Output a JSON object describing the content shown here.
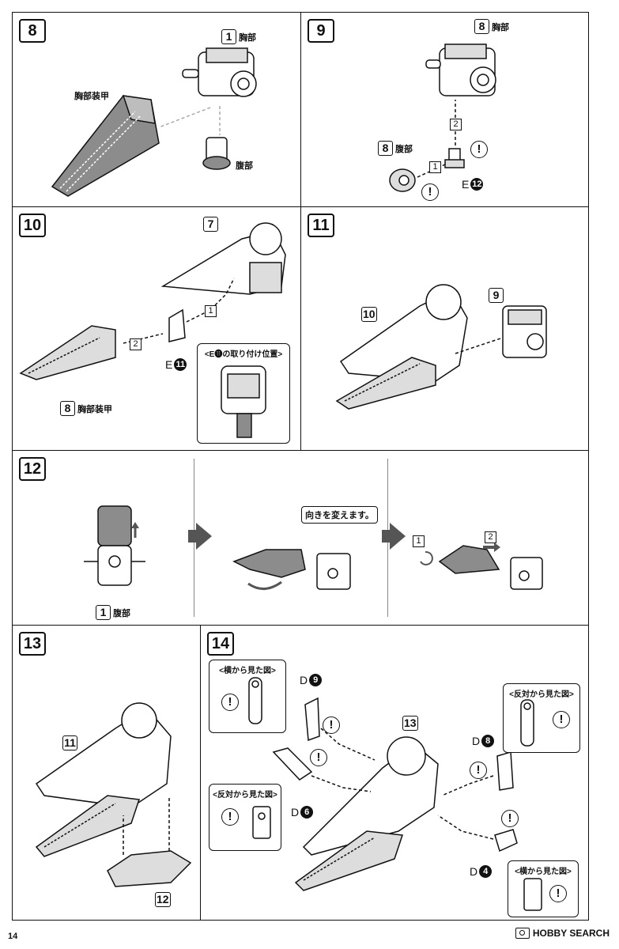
{
  "steps": {
    "s8": {
      "number": "8",
      "chest_num": "1",
      "chest_label": "胸部",
      "armor_label": "胸部装甲",
      "abdomen_label": "腹部"
    },
    "s9": {
      "number": "9",
      "top_num": "8",
      "top_label": "胸部",
      "left_num": "8",
      "left_label": "腹部",
      "seq1": "1",
      "seq2": "2",
      "code_letter": "E",
      "code_num": "12"
    },
    "s10": {
      "number": "10",
      "top_num": "7",
      "seq1": "1",
      "seq2": "2",
      "code_letter": "E",
      "code_num": "11",
      "bottom_num": "8",
      "bottom_label": "胸部装甲",
      "inset_title": "<E⓫の取り付け位置>"
    },
    "s11": {
      "number": "11",
      "left_num": "10",
      "right_num": "9"
    },
    "s12": {
      "number": "12",
      "bottom_num": "1",
      "bottom_label": "腹部",
      "bubble": "向きを変えます。",
      "seq1": "1",
      "seq2": "2"
    },
    "s13": {
      "number": "13",
      "left_num": "11",
      "bottom_num": "12"
    },
    "s14": {
      "number": "14",
      "inset_side": "<横から見た図>",
      "inset_opposite": "<反対から見た図>",
      "inset_opposite2": "<反対から見た図>",
      "inset_side2": "<横から見た図>",
      "d9_letter": "D",
      "d9_num": "9",
      "d6_letter": "D",
      "d6_num": "6",
      "d8_letter": "D",
      "d8_num": "8",
      "d4_letter": "D",
      "d4_num": "4",
      "center_num": "13"
    }
  },
  "warn_symbol": "!",
  "footer": {
    "page": "14",
    "brand": "HOBBY SEARCH"
  }
}
